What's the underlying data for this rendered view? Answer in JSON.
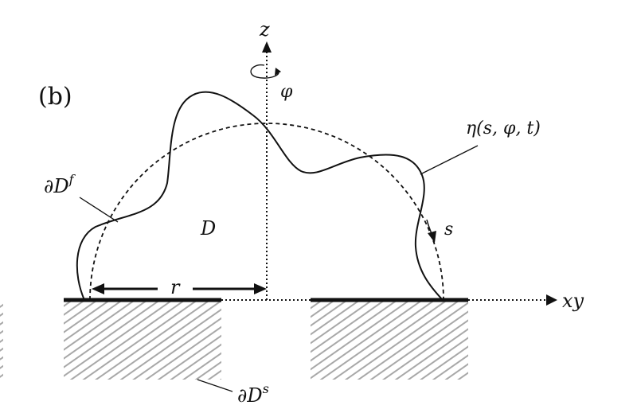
{
  "figure": {
    "panel_label": "(b)",
    "labels": {
      "z_axis": "z",
      "xy_axis": "xy",
      "rotation_angle": "φ",
      "domain": "D",
      "radius": "r",
      "arc_length": "s",
      "free_surface": "∂D",
      "free_surface_sup": "f",
      "solid_boundary": "∂D",
      "solid_boundary_sup": "s",
      "surface_function": "η(s, φ, t)"
    }
  }
}
